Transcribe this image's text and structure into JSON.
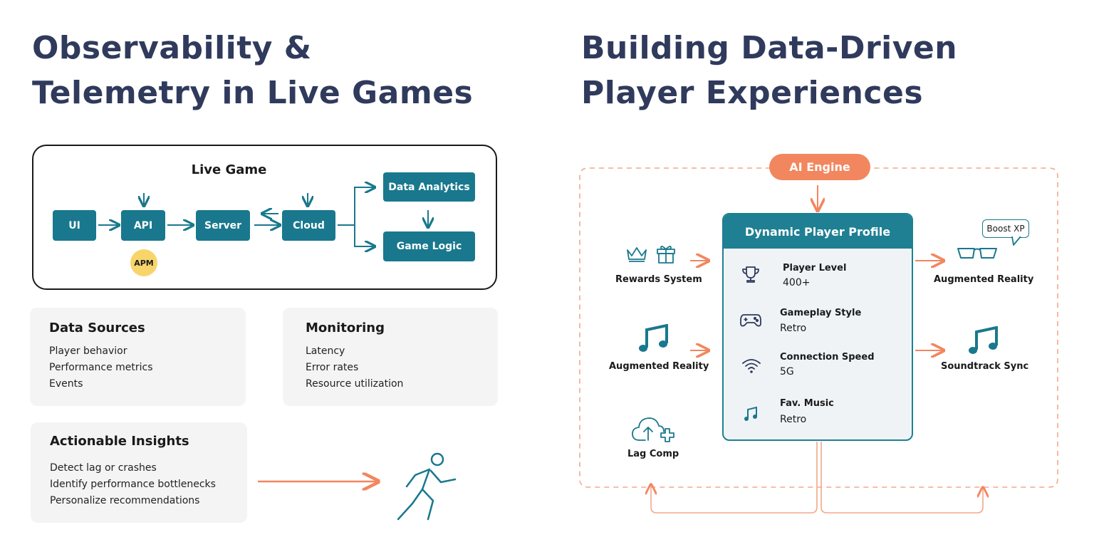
{
  "left": {
    "title_line1": "Observability &",
    "title_line2": "Telemetry in Live Games",
    "live_game": {
      "title": "Live Game",
      "nodes": {
        "ui": "UI",
        "api": "API",
        "server": "Server",
        "cloud": "Cloud",
        "data_analytics": "Data Analytics",
        "game_logic": "Game Logic"
      },
      "apm_badge": "APM"
    },
    "data_sources": {
      "title": "Data Sources",
      "items": [
        "Player behavior",
        "Performance metrics",
        "Events"
      ]
    },
    "monitoring": {
      "title": "Monitoring",
      "items": [
        "Latency",
        "Error rates",
        "Resource utilization"
      ]
    },
    "insights": {
      "title": "Actionable Insights",
      "items": [
        "Detect lag or crashes",
        "Identify performance bottlenecks",
        "Personalize recommendations"
      ]
    }
  },
  "right": {
    "title_line1": "Building Data-Driven",
    "title_line2": "Player Experiences",
    "ai_engine": "AI Engine",
    "profile": {
      "title": "Dynamic Player Profile",
      "rows": [
        {
          "label": "Player Level",
          "value": "400+",
          "icon": "trophy-icon"
        },
        {
          "label": "Gameplay Style",
          "value": "Retro",
          "icon": "gamepad-icon"
        },
        {
          "label": "Connection Speed",
          "value": "5G",
          "icon": "wifi-icon"
        },
        {
          "label": "Fav. Music",
          "value": "Retro",
          "icon": "music-note-icon"
        }
      ]
    },
    "left_inputs": [
      "Rewards System",
      "Augmented Reality",
      "Lag Comp"
    ],
    "right_outputs": [
      "Augmented Reality",
      "Soundtrack Sync"
    ],
    "boost_bubble": "Boost XP"
  },
  "colors": {
    "navy_title": "#2f3a5c",
    "teal": "#19788d",
    "orange": "#f2865e",
    "apm_yellow": "#f7d56b"
  }
}
